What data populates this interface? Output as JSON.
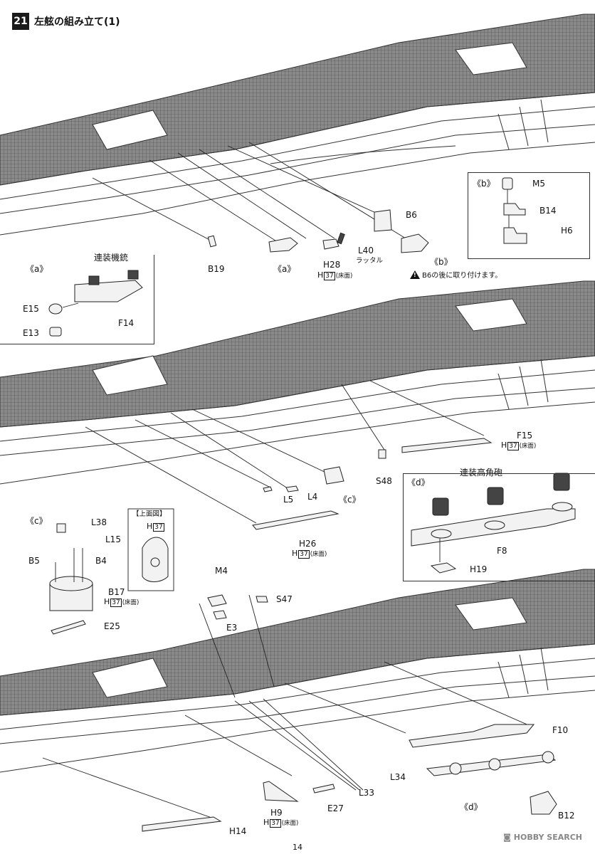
{
  "header": {
    "step_number": "21",
    "title": "左舷の組み立て(1)"
  },
  "page_number": "14",
  "watermark": "HOBBY SEARCH",
  "section_labels": {
    "a_inset": "《a》",
    "a_callout": "《a》",
    "b_inset": "《b》",
    "b_callout": "《b》",
    "c_inset": "《c》",
    "c_callout": "《c》",
    "d_inset": "《d》",
    "d_callout": "《d》"
  },
  "group_titles": {
    "machine_gun": "連装機銃",
    "aa_gun": "連装高角砲",
    "top_view": "【上面図】"
  },
  "note_b6": "B6の後に取り付けます。",
  "floor_text": "(床面)",
  "ladder_text": "ラッタル",
  "paint_code": "37",
  "paint_prefix": "H",
  "parts": {
    "B19": "B19",
    "H28": "H28",
    "L40": "L40",
    "B6": "B6",
    "M5": "M5",
    "B14": "B14",
    "H6": "H6",
    "E15": "E15",
    "E13": "E13",
    "F14": "F14",
    "F15": "F15",
    "S48": "S48",
    "L5": "L5",
    "L4": "L4",
    "H26": "H26",
    "L38": "L38",
    "L15": "L15",
    "B5": "B5",
    "B4": "B4",
    "B17": "B17",
    "E25": "E25",
    "F8": "F8",
    "H19": "H19",
    "M4": "M4",
    "S47": "S47",
    "E3": "E3",
    "F10": "F10",
    "L34": "L34",
    "L33": "L33",
    "E27": "E27",
    "H9": "H9",
    "H14": "H14",
    "B12": "B12"
  }
}
